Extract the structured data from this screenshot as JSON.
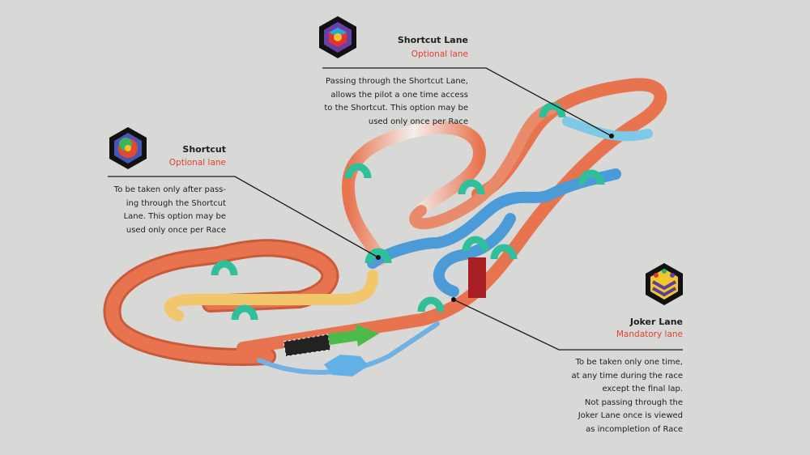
{
  "shortcut_lane": {
    "title": "Shortcut Lane",
    "subtitle": "Optional lane",
    "description": [
      "Passing through the Shortcut Lane,",
      "allows the pilot a one time access",
      "to the Shortcut. This option may be",
      "used only once per Race"
    ],
    "icon": "shortcut-lane-hex-icon"
  },
  "shortcut": {
    "title": "Shortcut",
    "subtitle": "Optional lane",
    "description": [
      "To be taken only after pass-",
      "ing through the Shortcut",
      "Lane. This option may be",
      "used only once per Race"
    ],
    "icon": "shortcut-hex-icon"
  },
  "joker_lane": {
    "title": "Joker Lane",
    "subtitle": "Mandatory lane",
    "description": [
      "To be taken only one time,",
      "at any time during the race",
      "except the final lap.",
      "Not passing through the",
      "Joker Lane once is viewed",
      "as incompletion of Race"
    ],
    "icon": "joker-lane-hex-icon"
  },
  "colors": {
    "accent": "#e0402f",
    "track_orange": "#e8744f",
    "track_blue": "#4b9bd9",
    "gate_teal": "#2fbf9a"
  }
}
